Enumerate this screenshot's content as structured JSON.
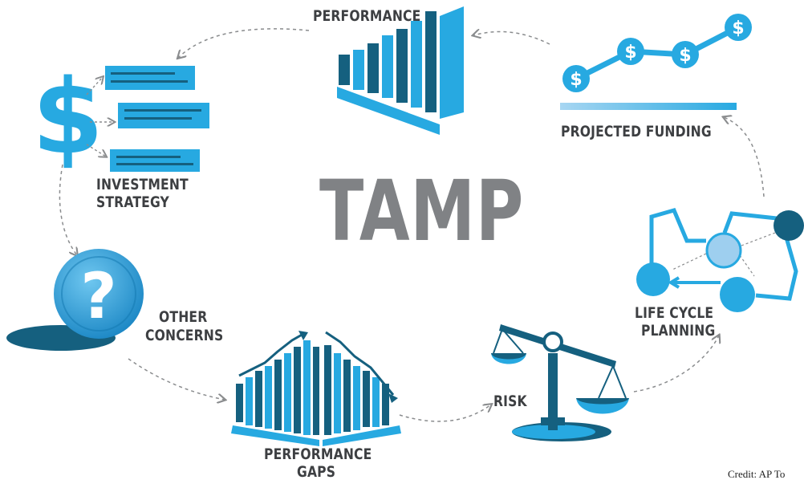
{
  "diagram": {
    "center_title": "TAMP",
    "nodes": {
      "performance": "PERFORMANCE",
      "projected_funding": "PROJECTED FUNDING",
      "investment_strategy_line1": "INVESTMENT",
      "investment_strategy_line2": "STRATEGY",
      "other_concerns_line1": "OTHER",
      "other_concerns_line2": "CONCERNS",
      "performance_gaps_line1": "PERFORMANCE",
      "performance_gaps_line2": "GAPS",
      "risk": "RISK",
      "life_cycle_line1": "LIFE CYCLE",
      "life_cycle_line2": "PLANNING"
    },
    "credit": "Credit: AP To"
  },
  "icons": {
    "performance": "bar-chart-icon",
    "projected_funding": "dollar-line-icon",
    "investment_strategy": "dollar-list-icon",
    "other_concerns": "question-mark-icon",
    "performance_gaps": "diverging-bars-icon",
    "risk": "balance-scale-icon",
    "life_cycle": "flow-nodes-icon"
  },
  "colors": {
    "primary_blue": "#27a9e1",
    "dark_teal": "#15607f",
    "light_blue": "#9ecfef",
    "label_gray": "#3d3f42",
    "title_gray": "#808285"
  }
}
